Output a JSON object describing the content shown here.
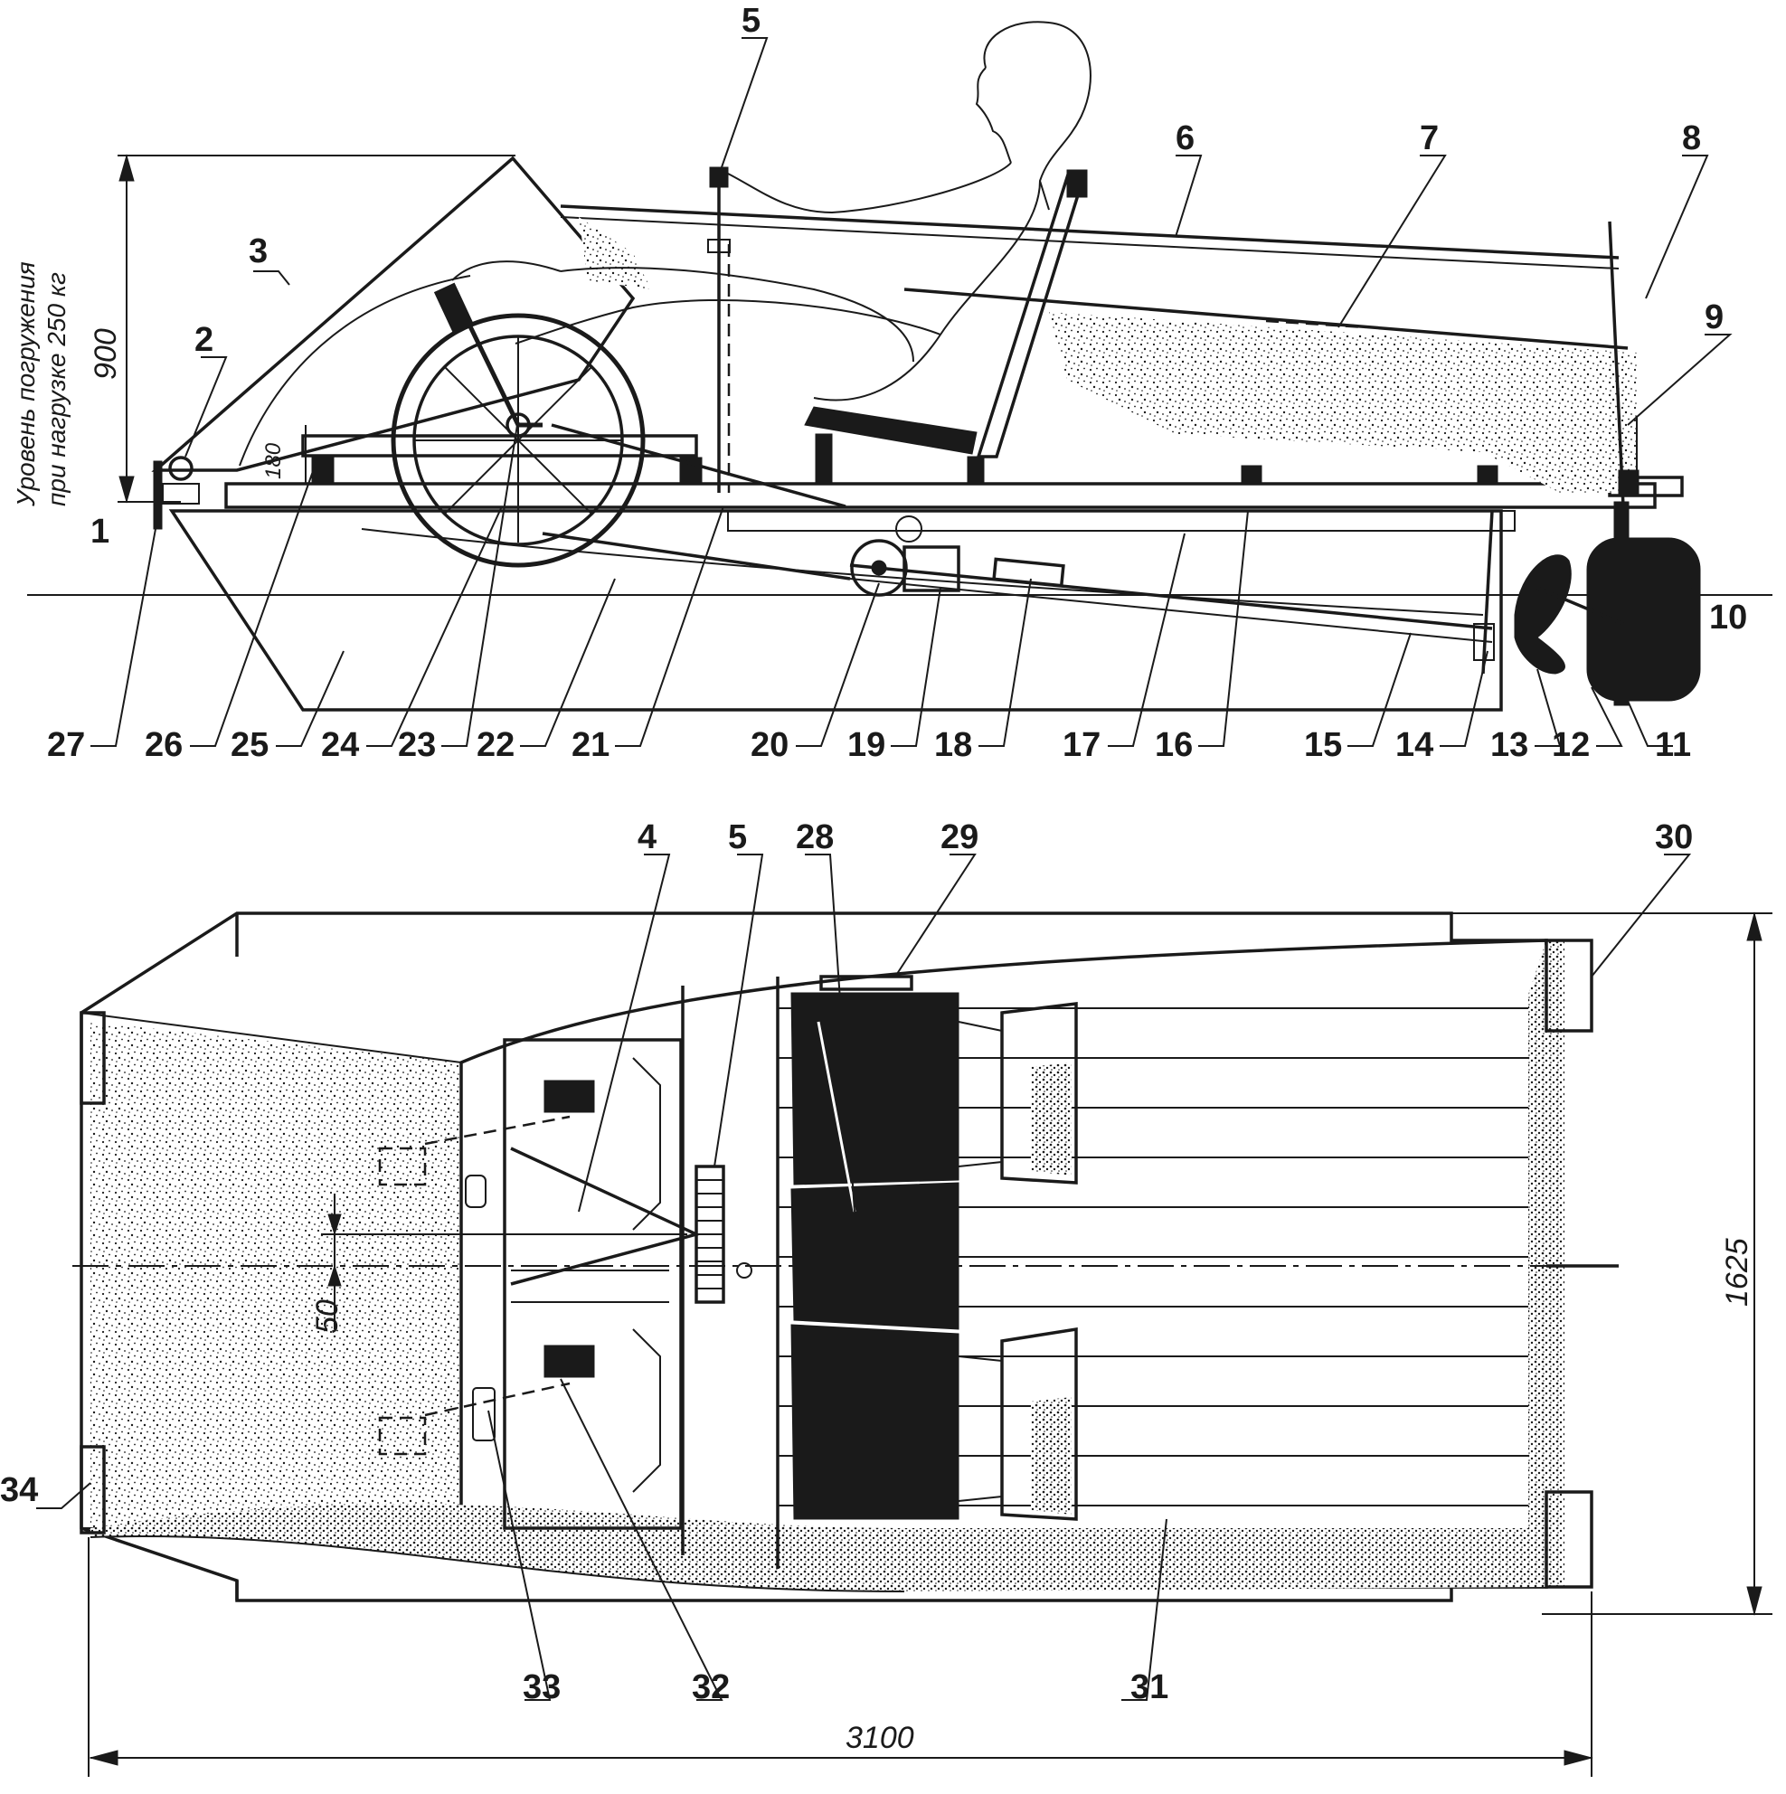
{
  "labels": [
    "1",
    "2",
    "3",
    "4",
    "5",
    "6",
    "7",
    "8",
    "9",
    "10",
    "11",
    "12",
    "13",
    "14",
    "15",
    "16",
    "17",
    "18",
    "19",
    "20",
    "21",
    "22",
    "23",
    "24",
    "25",
    "26",
    "27",
    "28",
    "29",
    "30",
    "31",
    "32",
    "33",
    "34"
  ],
  "side_view": {
    "note_line1": "Уровень погружения",
    "note_line2": "при нагрузке 250 кг",
    "dim_height": "900",
    "dim_deck": "180"
  },
  "top_view": {
    "dim_length": "3100",
    "dim_width": "1625",
    "dim_offset": "50"
  }
}
